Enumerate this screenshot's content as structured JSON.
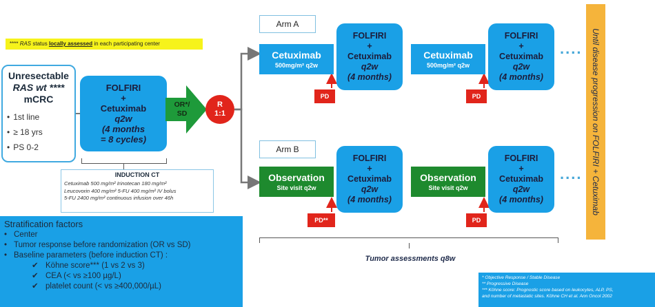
{
  "note": {
    "prefix": "**** ",
    "ras": "RAS",
    "mid": " status ",
    "locally": "locally assessed",
    "suffix": " in each participating center"
  },
  "patient": {
    "title_line1": "Unresectable",
    "title_line2": "RAS wt ****",
    "title_line3": "mCRC",
    "criteria": [
      "1st line",
      "≥ 18 yrs",
      "PS 0-2"
    ]
  },
  "induction": {
    "l1": "FOLFIRI",
    "l2": "+",
    "l3": "Cetuximab",
    "l4": "q2w",
    "l5": "(4 months",
    "l6": "= 8 cycles)"
  },
  "response_arrow_l1": "OR*/",
  "response_arrow_l2": "SD",
  "randomization": {
    "l1": "R",
    "l2": "1:1"
  },
  "induction_ct": {
    "title": "INDUCTION CT",
    "lines": [
      "Cetuximab 500 mg/m² Irinotecan 180 mg/m²",
      "Leucovorin 400 mg/m² 5-FU 400 mg/m² IV bolus",
      "5-FU 2400 mg/m² continuous infusion over 46h"
    ]
  },
  "arm_a": {
    "label": "Arm A",
    "cetux_name": "Cetuximab",
    "cetux_dose": "500mg/m² q2w",
    "folfiri": {
      "l1": "FOLFIRI",
      "l2": "+",
      "l3": "Cetuximab",
      "l4": "q2w",
      "l5": "(4 months)"
    },
    "pd": "PD"
  },
  "arm_b": {
    "label": "Arm B",
    "obs_name": "Observation",
    "obs_sub": "Site visit q2w",
    "folfiri": {
      "l1": "FOLFIRI",
      "l2": "+",
      "l3": "Cetuximab",
      "l4": "q2w",
      "l5": "(4 months)"
    },
    "pd1": "PD**",
    "pd2": "PD"
  },
  "dots": "....",
  "until_text": "Until disease progression  on  FOLFIRI + Cetuximab",
  "tumor_assessments": "Tumor assessments q8w",
  "stratification": {
    "title": "Stratification factors",
    "bullets": [
      "Center",
      "Tumor response before randomization  (OR vs SD)",
      "Baseline parameters (before induction CT) :"
    ],
    "subitems": [
      "Köhne score*** (1 vs 2 vs 3)",
      "CEA (< vs ≥100 µg/L)",
      "platelet count (< vs ≥400,000/µL)"
    ]
  },
  "footnotes": [
    "* Objective Response / Stable Disease",
    "** Progressive Disease",
    "*** Köhne score:  Prognostic score based on leukocytes, ALP, PS,",
    "and number of metastatic sites. Köhne CH et al.  Ann Oncol 2002"
  ],
  "colors": {
    "blue": "#1aa0e6",
    "green": "#1e8a2e",
    "red": "#e1251b",
    "orange": "#f5b43b",
    "yellow": "#f6f31b"
  }
}
